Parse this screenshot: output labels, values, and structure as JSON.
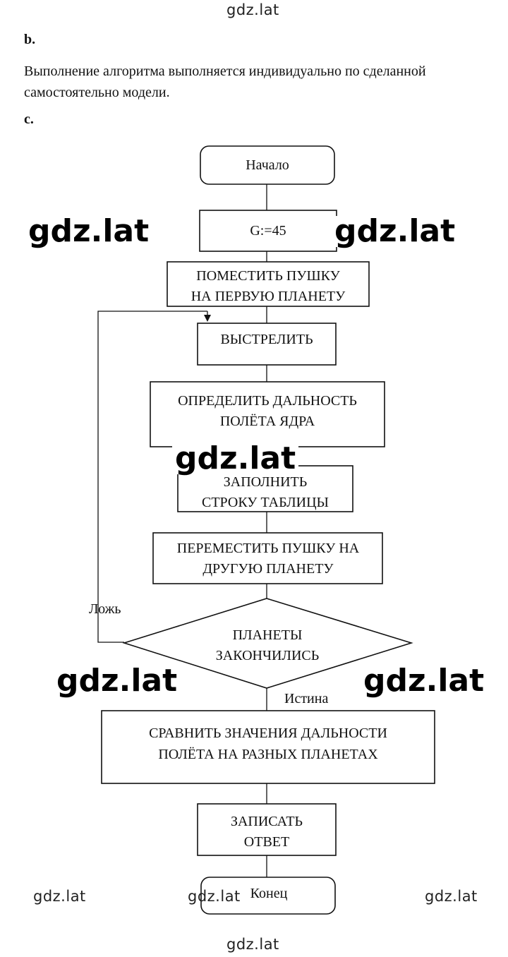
{
  "watermark": "gdz.lat",
  "section_b": "b.",
  "paragraph_b": "Выполнение алгоритма выполняется индивидуально по сделанной самостоятельно модели.",
  "section_c": "c.",
  "flowchart": {
    "start": "Начало",
    "assign": "G:=45",
    "place_cannon": [
      "ПОМЕСТИТЬ ПУШКУ",
      "НА ПЕРВУЮ ПЛАНЕТУ"
    ],
    "shoot": "ВЫСТРЕЛИТЬ",
    "measure": [
      "ОПРЕДЕЛИТЬ ДАЛЬНОСТЬ",
      "ПОЛЁТА ЯДРА"
    ],
    "fill_row": [
      "ЗАПОЛНИТЬ",
      "СТРОКУ ТАБЛИЦЫ"
    ],
    "move_cannon": [
      "ПЕРЕМЕСТИТЬ ПУШКУ НА",
      "ДРУГУЮ ПЛАНЕТУ"
    ],
    "condition": [
      "ПЛАНЕТЫ",
      "ЗАКОНЧИЛИСЬ"
    ],
    "false_label": "Ложь",
    "true_label": "Истина",
    "compare": [
      "СРАВНИТЬ ЗНАЧЕНИЯ ДАЛЬНОСТИ",
      "ПОЛЁТА НА РАЗНЫХ ПЛАНЕТАХ"
    ],
    "write_answer": [
      "ЗАПИСАТЬ",
      "ОТВЕТ"
    ],
    "end": "Конец"
  }
}
